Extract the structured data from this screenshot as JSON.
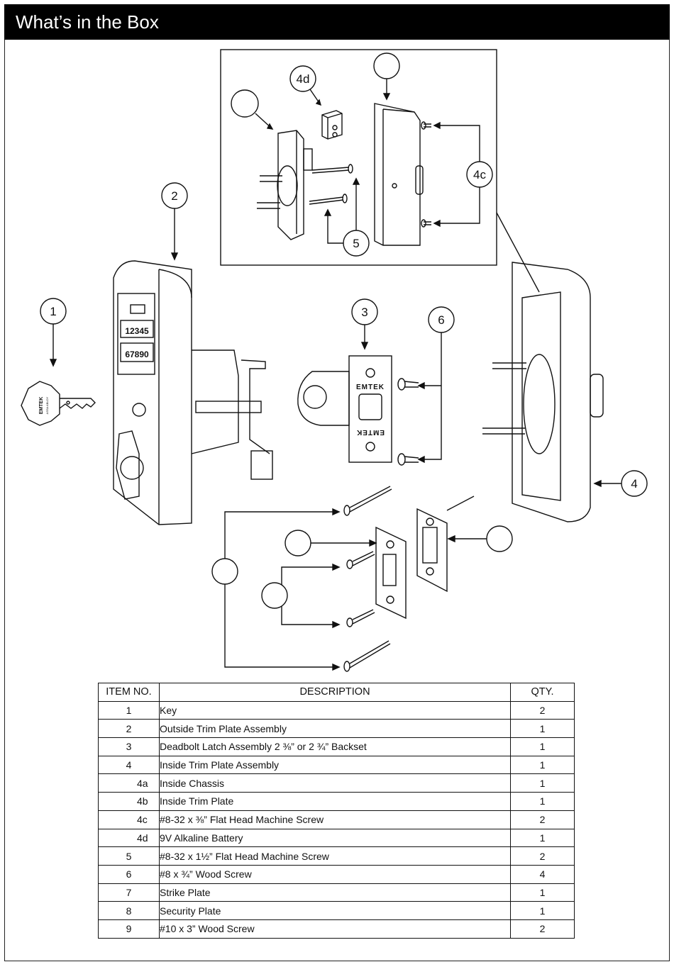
{
  "page": {
    "title": "What’s in the Box"
  },
  "diagram": {
    "callouts": [
      "1",
      "2",
      "3",
      "4",
      "4c",
      "4d",
      "5",
      "6"
    ],
    "key_brand_line1": "EMTEK",
    "key_brand_line2": "ASSA ABLOY",
    "keypad_row1": [
      "1",
      "2",
      "3",
      "4",
      "5"
    ],
    "keypad_row2": [
      "6",
      "7",
      "8",
      "9",
      "0"
    ],
    "latch_brand": "EMTEK"
  },
  "table": {
    "headers": {
      "item": "ITEM NO.",
      "description": "DESCRIPTION",
      "qty": "QTY."
    },
    "rows": [
      {
        "item": "1",
        "description": "Key",
        "qty": "2",
        "sub": false
      },
      {
        "item": "2",
        "description": "Outside Trim Plate Assembly",
        "qty": "1",
        "sub": false
      },
      {
        "item": "3",
        "description": "Deadbolt Latch Assembly 2 ⅜” or 2 ¾” Backset",
        "qty": "1",
        "sub": false
      },
      {
        "item": "4",
        "description": "Inside Trim Plate Assembly",
        "qty": "1",
        "sub": false
      },
      {
        "item": "4a",
        "description": "Inside Chassis",
        "qty": "1",
        "sub": true
      },
      {
        "item": "4b",
        "description": "Inside Trim Plate",
        "qty": "1",
        "sub": true
      },
      {
        "item": "4c",
        "description": "#8-32 x ⅜” Flat Head Machine Screw",
        "qty": "2",
        "sub": true
      },
      {
        "item": "4d",
        "description": "9V Alkaline Battery",
        "qty": "1",
        "sub": true
      },
      {
        "item": "5",
        "description": "#8-32 x 1½” Flat Head Machine Screw",
        "qty": "2",
        "sub": false
      },
      {
        "item": "6",
        "description": "#8 x ¾” Wood Screw",
        "qty": "4",
        "sub": false
      },
      {
        "item": "7",
        "description": "Strike Plate",
        "qty": "1",
        "sub": false
      },
      {
        "item": "8",
        "description": "Security Plate",
        "qty": "1",
        "sub": false
      },
      {
        "item": "9",
        "description": "#10 x 3” Wood Screw",
        "qty": "2",
        "sub": false
      }
    ]
  }
}
